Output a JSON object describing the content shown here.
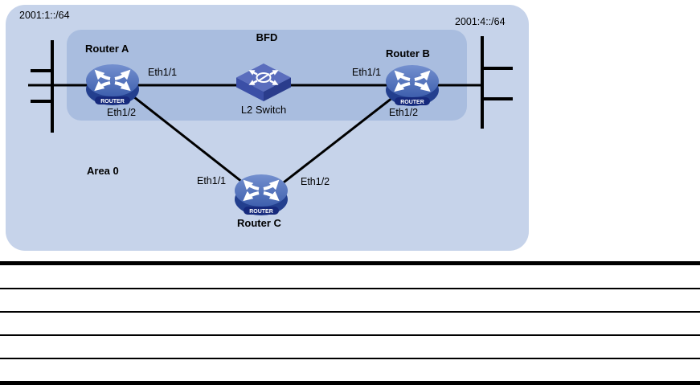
{
  "diagram": {
    "area_label": "Area 0",
    "zone_label": "BFD",
    "subnet_left": "2001:1::/64",
    "subnet_right": "2001:4::/64",
    "devices": {
      "router_a": "Router A",
      "router_b": "Router B",
      "router_c": "Router C",
      "l2_switch": "L2 Switch"
    },
    "router_badge": "ROUTER",
    "interfaces": {
      "ra_eth11": "Eth1/1",
      "ra_eth12": "Eth1/2",
      "rb_eth11": "Eth1/1",
      "rb_eth12": "Eth1/2",
      "rc_eth11": "Eth1/1",
      "rc_eth12": "Eth1/2"
    }
  },
  "colors": {
    "area_zone_fill": "#c6d3ea",
    "bfd_zone_fill": "#a9bddf",
    "wire": "#000000",
    "router_top": "#4a6db5",
    "router_side": "#233f8e",
    "router_badge_fill": "#16297c",
    "switch_top": "#5a6dbd",
    "switch_left_face": "#3b4fa6",
    "switch_right_face": "#2a3c8c",
    "text": "#000000"
  },
  "table": {
    "row_count": 5,
    "rows_have_text": false
  }
}
